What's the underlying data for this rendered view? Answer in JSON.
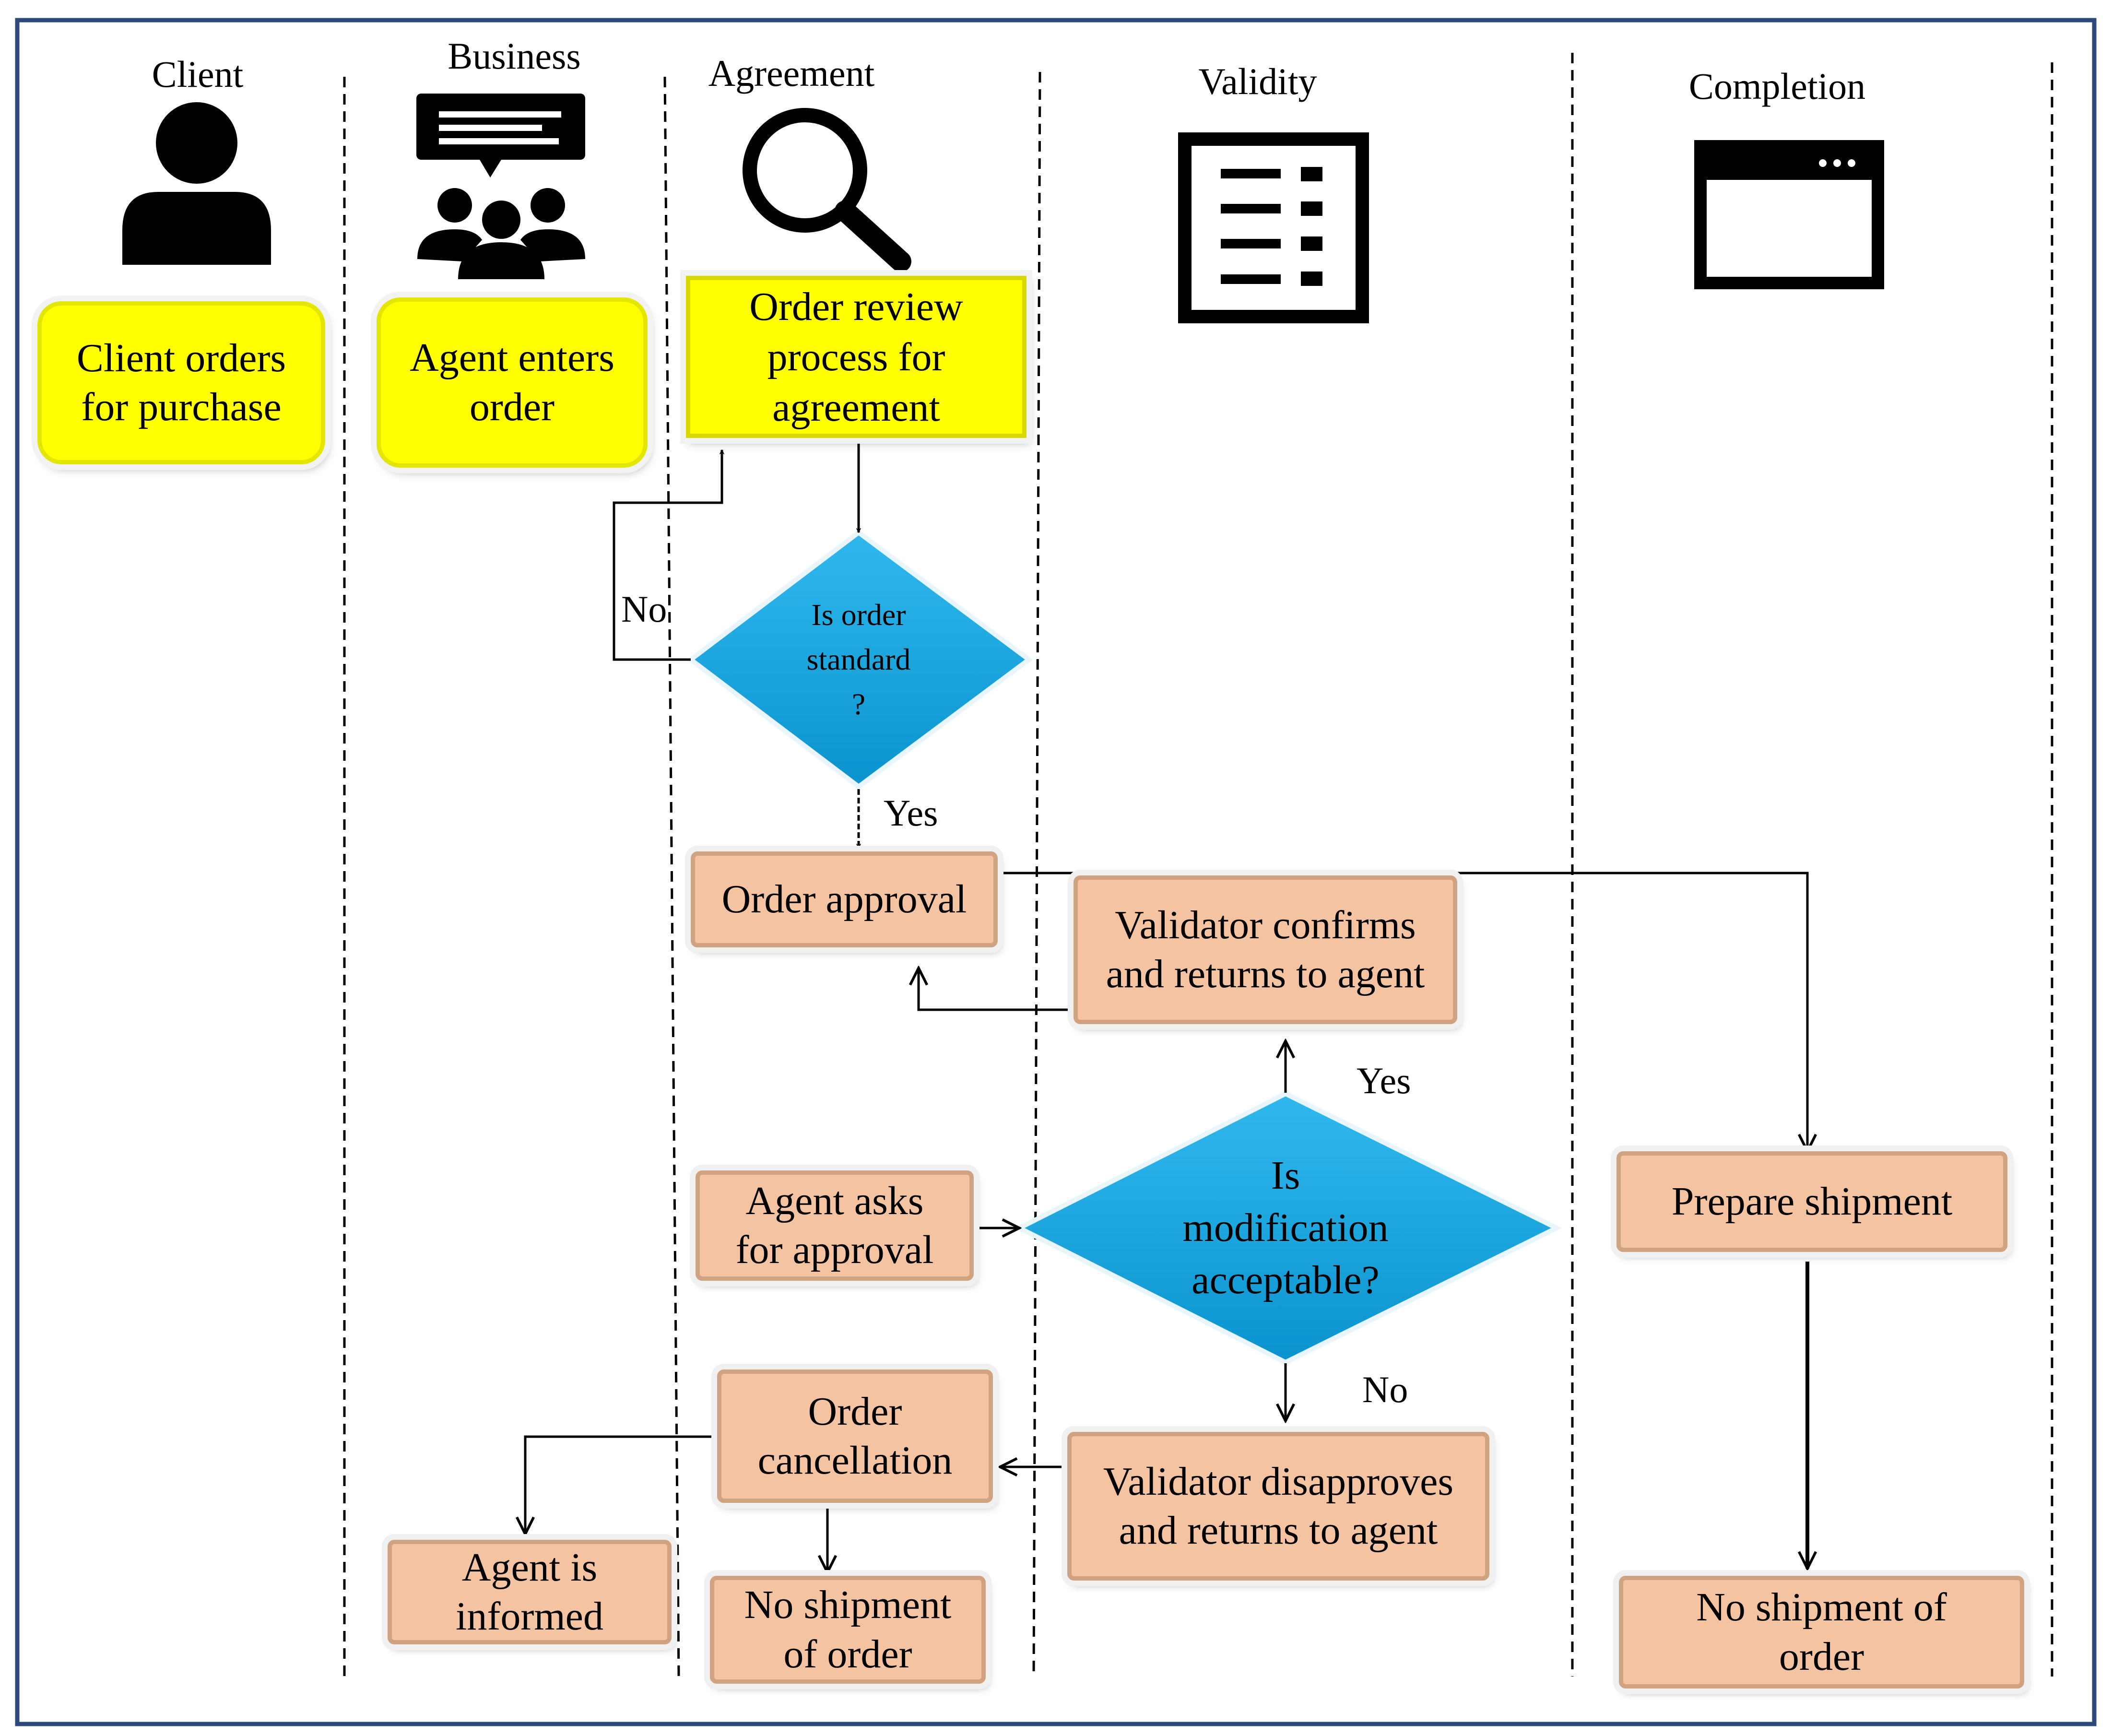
{
  "lanes": {
    "client": "Client",
    "business": "Business",
    "agreement": "Agreement",
    "validity": "Validity",
    "completion": "Completion"
  },
  "nodes": {
    "client_orders": "Client orders\nfor purchase",
    "agent_enters": "Agent enters\norder",
    "order_review": "Order review\nprocess for\nagreement",
    "is_standard": "Is order\nstandard\n?",
    "order_approval": "Order approval",
    "validator_confirms": "Validator confirms\nand returns to agent",
    "agent_asks": "Agent asks\nfor approval",
    "is_modification": "Is\nmodification\nacceptable?",
    "prepare_shipment": "Prepare shipment",
    "order_cancellation": "Order\ncancellation",
    "validator_disapproves": "Validator disapproves\nand returns to agent",
    "agent_informed": "Agent is\ninformed",
    "no_shipment_agreement": "No shipment\nof order",
    "no_shipment_completion": "No shipment of\norder"
  },
  "edge_labels": {
    "no_standard": "No",
    "yes_standard": "Yes",
    "yes_modification": "Yes",
    "no_modification": "No"
  },
  "colors": {
    "frame": "#2e4a7d",
    "yellow": "#ffff00",
    "peach": "#f4c4a2",
    "diamond": "#1aa6df"
  }
}
